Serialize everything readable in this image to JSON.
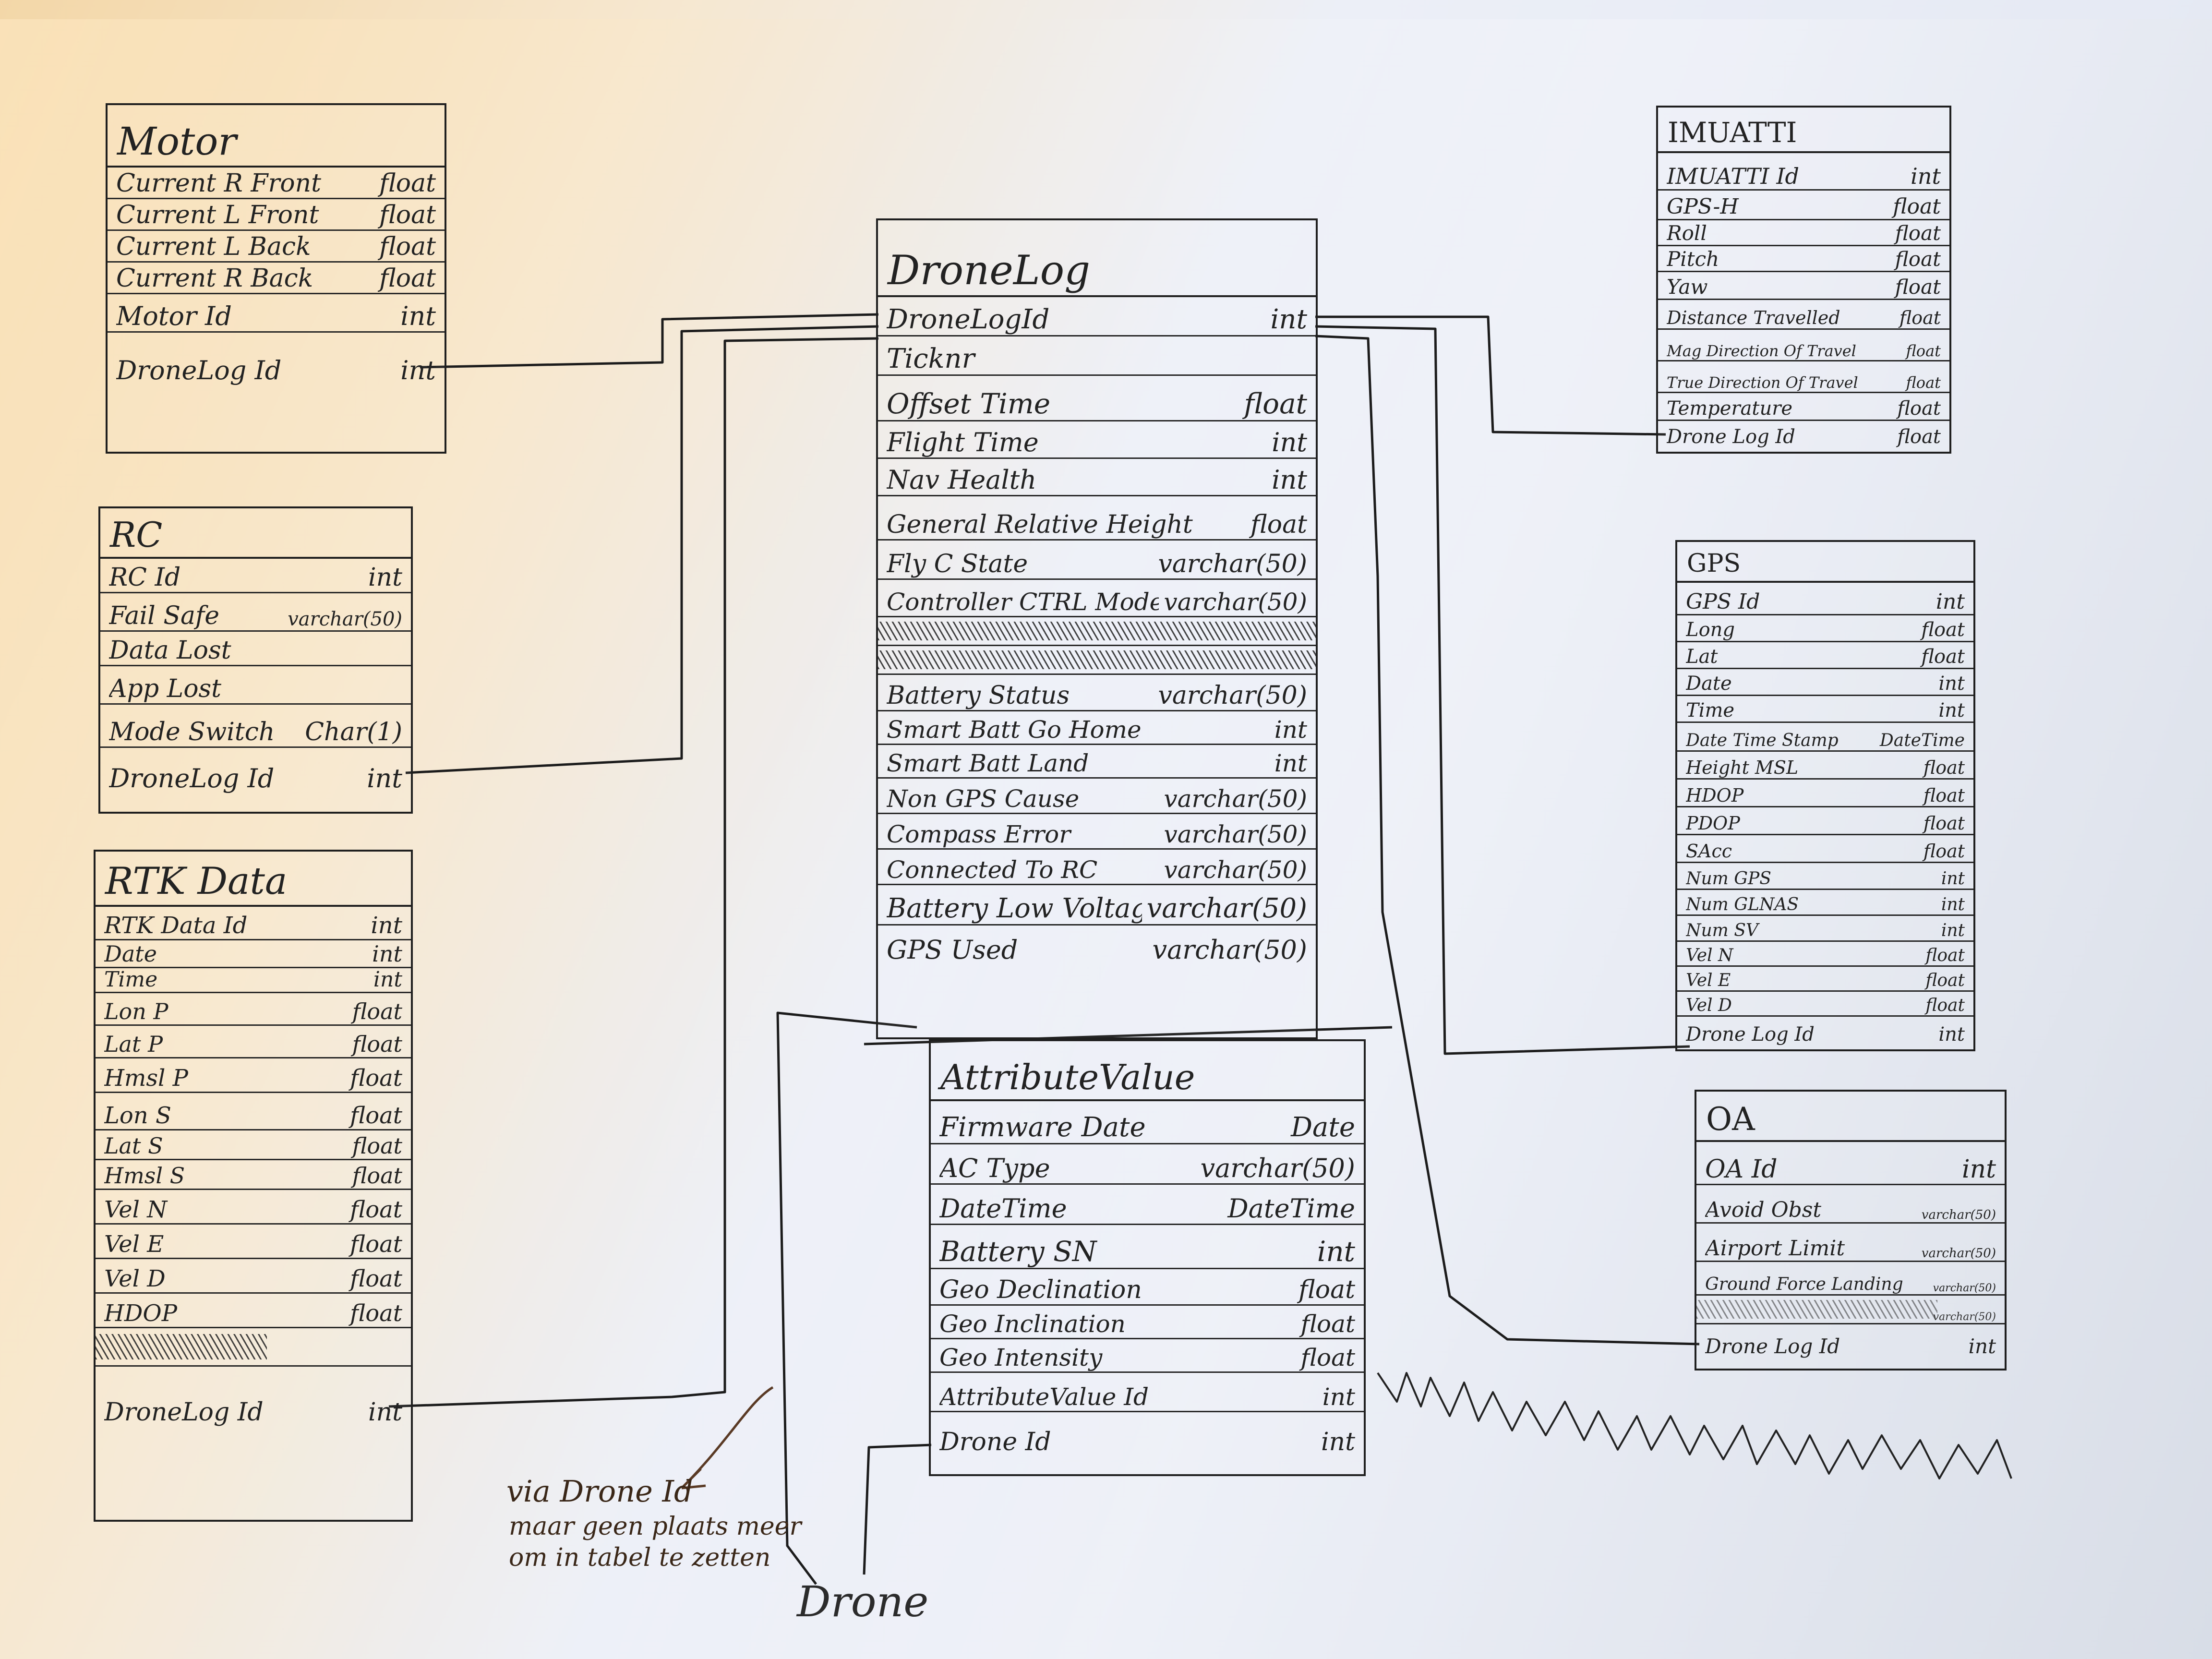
{
  "entities": {
    "motor": {
      "title": "Motor",
      "fields": [
        {
          "name": "Current R Front",
          "type": "float"
        },
        {
          "name": "Current L Front",
          "type": "float"
        },
        {
          "name": "Current L Back",
          "type": "float"
        },
        {
          "name": "Current R Back",
          "type": "float"
        },
        {
          "name": "Motor Id",
          "type": "int"
        },
        {
          "name": "DroneLog Id",
          "type": "int"
        }
      ]
    },
    "rc": {
      "title": "RC",
      "fields": [
        {
          "name": "RC Id",
          "type": "int"
        },
        {
          "name": "Fail Safe",
          "type": "varchar(50)"
        },
        {
          "name": "Data Lost",
          "type": ""
        },
        {
          "name": "App Lost",
          "type": ""
        },
        {
          "name": "Mode Switch",
          "type": "Char(1)"
        },
        {
          "name": "DroneLog Id",
          "type": "int"
        }
      ]
    },
    "rtk": {
      "title": "RTK Data",
      "fields": [
        {
          "name": "RTK Data Id",
          "type": "int"
        },
        {
          "name": "Date",
          "type": "int"
        },
        {
          "name": "Time",
          "type": "int"
        },
        {
          "name": "Lon P",
          "type": "float"
        },
        {
          "name": "Lat P",
          "type": "float"
        },
        {
          "name": "Hmsl P",
          "type": "float"
        },
        {
          "name": "Lon S",
          "type": "float"
        },
        {
          "name": "Lat S",
          "type": "float"
        },
        {
          "name": "Hmsl S",
          "type": "float"
        },
        {
          "name": "Vel N",
          "type": "float"
        },
        {
          "name": "Vel E",
          "type": "float"
        },
        {
          "name": "Vel D",
          "type": "float"
        },
        {
          "name": "HDOP",
          "type": "float"
        },
        {
          "name": "",
          "type": ""
        },
        {
          "name": "DroneLog Id",
          "type": "int"
        }
      ]
    },
    "dronelog": {
      "title": "DroneLog",
      "fields": [
        {
          "name": "DroneLogId",
          "type": "int"
        },
        {
          "name": "Ticknr",
          "type": ""
        },
        {
          "name": "Offset Time",
          "type": "float"
        },
        {
          "name": "Flight Time",
          "type": "int"
        },
        {
          "name": "Nav Health",
          "type": "int"
        },
        {
          "name": "General Relative Height",
          "type": "float"
        },
        {
          "name": "Fly C State",
          "type": "varchar(50)"
        },
        {
          "name": "Controller CTRL Mode",
          "type": "varchar(50)"
        },
        {
          "name": "",
          "type": ""
        },
        {
          "name": "",
          "type": ""
        },
        {
          "name": "Battery Status",
          "type": "varchar(50)"
        },
        {
          "name": "Smart Batt Go Home",
          "type": "int"
        },
        {
          "name": "Smart Batt Land",
          "type": "int"
        },
        {
          "name": "Non GPS Cause",
          "type": "varchar(50)"
        },
        {
          "name": "Compass Error",
          "type": "varchar(50)"
        },
        {
          "name": "Connected To RC",
          "type": "varchar(50)"
        },
        {
          "name": "Battery Low Voltage",
          "type": "varchar(50)"
        },
        {
          "name": "GPS Used",
          "type": "varchar(50)"
        }
      ]
    },
    "attributevalue": {
      "title": "AttributeValue",
      "fields": [
        {
          "name": "Firmware Date",
          "type": "Date"
        },
        {
          "name": "AC Type",
          "type": "varchar(50)"
        },
        {
          "name": "DateTime",
          "type": "DateTime"
        },
        {
          "name": "Battery SN",
          "type": "int"
        },
        {
          "name": "Geo Declination",
          "type": "float"
        },
        {
          "name": "Geo Inclination",
          "type": "float"
        },
        {
          "name": "Geo Intensity",
          "type": "float"
        },
        {
          "name": "AttributeValue Id",
          "type": "int"
        },
        {
          "name": "Drone Id",
          "type": "int"
        }
      ]
    },
    "imuatti": {
      "title": "IMUATTI",
      "fields": [
        {
          "name": "IMUATTI Id",
          "type": "int"
        },
        {
          "name": "GPS-H",
          "type": "float"
        },
        {
          "name": "Roll",
          "type": "float"
        },
        {
          "name": "Pitch",
          "type": "float"
        },
        {
          "name": "Yaw",
          "type": "float"
        },
        {
          "name": "Distance Travelled",
          "type": "float"
        },
        {
          "name": "Mag Direction Of Travel",
          "type": "float"
        },
        {
          "name": "True Direction Of Travel",
          "type": "float"
        },
        {
          "name": "Temperature",
          "type": "float"
        },
        {
          "name": "Drone Log Id",
          "type": "float"
        }
      ]
    },
    "gps": {
      "title": "GPS",
      "fields": [
        {
          "name": "GPS Id",
          "type": "int"
        },
        {
          "name": "Long",
          "type": "float"
        },
        {
          "name": "Lat",
          "type": "float"
        },
        {
          "name": "Date",
          "type": "int"
        },
        {
          "name": "Time",
          "type": "int"
        },
        {
          "name": "Date Time Stamp",
          "type": "DateTime"
        },
        {
          "name": "Height MSL",
          "type": "float"
        },
        {
          "name": "HDOP",
          "type": "float"
        },
        {
          "name": "PDOP",
          "type": "float"
        },
        {
          "name": "SAcc",
          "type": "float"
        },
        {
          "name": "Num GPS",
          "type": "int"
        },
        {
          "name": "Num GLNAS",
          "type": "int"
        },
        {
          "name": "Num SV",
          "type": "int"
        },
        {
          "name": "Vel N",
          "type": "float"
        },
        {
          "name": "Vel E",
          "type": "float"
        },
        {
          "name": "Vel D",
          "type": "float"
        },
        {
          "name": "Drone Log Id",
          "type": "int"
        }
      ]
    },
    "oa": {
      "title": "OA",
      "fields": [
        {
          "name": "OA Id",
          "type": "int"
        },
        {
          "name": "Avoid Obst",
          "type": "varchar(50)"
        },
        {
          "name": "Airport Limit",
          "type": "varchar(50)"
        },
        {
          "name": "Ground Force Landing",
          "type": "varchar(50)"
        },
        {
          "name": "",
          "type": "varchar(50)"
        },
        {
          "name": "Drone Log Id",
          "type": "int"
        }
      ]
    }
  },
  "notes": {
    "via": "via Drone Id",
    "line2": "maar geen plaats meer",
    "line3": "om in tabel te zetten",
    "drone": "Drone"
  }
}
